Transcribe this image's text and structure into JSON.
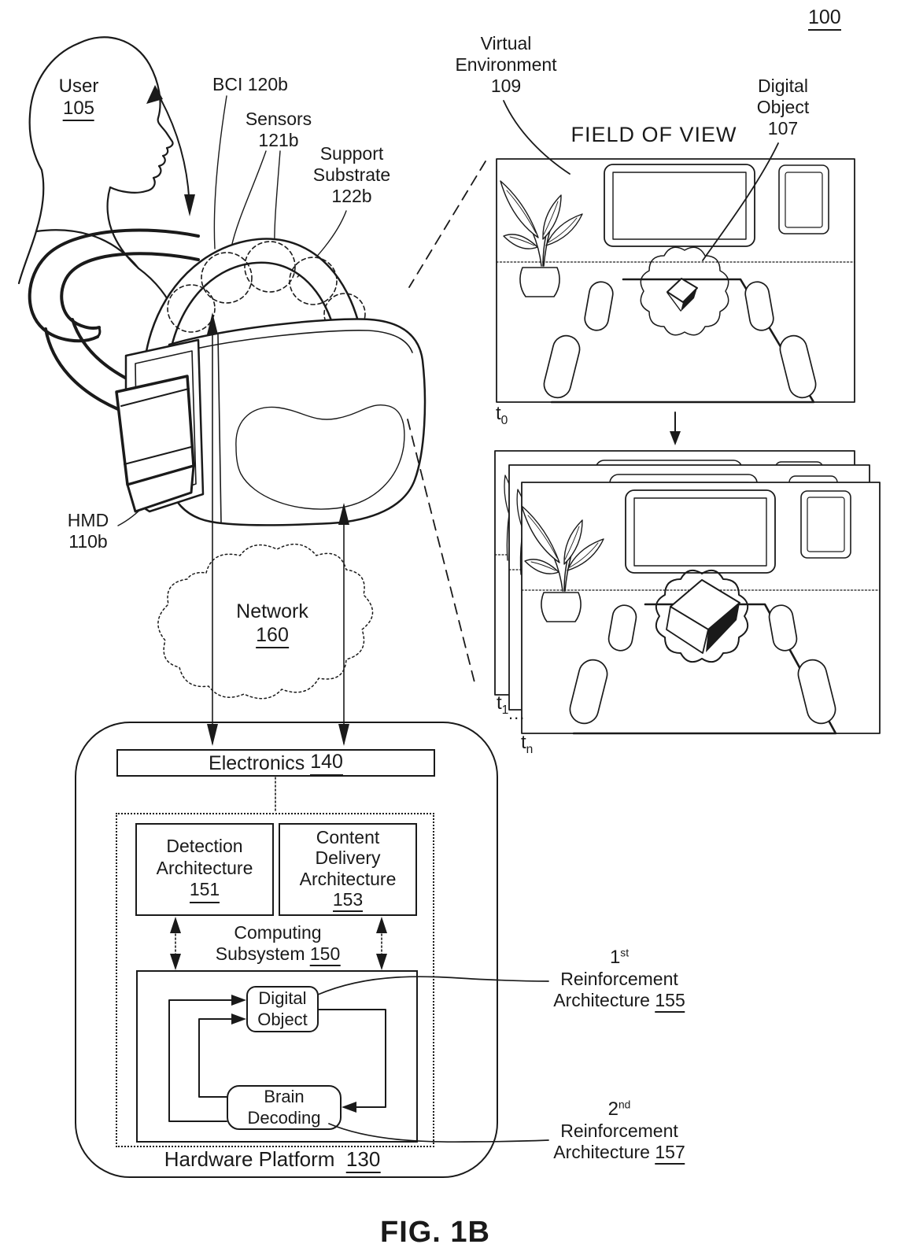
{
  "figure": {
    "ref": "100",
    "caption": "FIG. 1B"
  },
  "colors": {
    "ink": "#1a1a1a",
    "paper": "#ffffff"
  },
  "hmd_labels": {
    "user_name": "User",
    "user_ref": "105",
    "bci": "BCI 120b",
    "sensors_line1": "Sensors",
    "sensors_line2": "121b",
    "support_line1": "Support",
    "support_line2": "Substrate",
    "support_line3": "122b",
    "hmd_line1": "HMD",
    "hmd_line2": "110b"
  },
  "fov": {
    "title": "FIELD OF VIEW",
    "virtual_env_line1": "Virtual",
    "virtual_env_line2": "Environment",
    "virtual_env_ref": "109",
    "digital_object_line1": "Digital",
    "digital_object_line2": "Object",
    "digital_object_ref": "107",
    "t0_base": "t",
    "t0_sub": "0",
    "t1_base": "t",
    "t1_sub": "1",
    "tn_base": "t",
    "tn_sub": "n",
    "ellipsis": "..."
  },
  "network": {
    "name": "Network",
    "ref": "160"
  },
  "platform": {
    "electronics_name": "Electronics",
    "electronics_ref": "140",
    "detection_line1": "Detection",
    "detection_line2": "Architecture",
    "detection_ref": "151",
    "content_line1": "Content",
    "content_line2": "Delivery",
    "content_line3": "Architecture",
    "content_ref": "153",
    "computing_line1": "Computing",
    "computing_line2": "Subsystem",
    "computing_ref": "150",
    "digital_object_line1": "Digital",
    "digital_object_line2": "Object",
    "brain_line1": "Brain",
    "brain_line2": "Decoding",
    "hardware_name": "Hardware Platform",
    "hardware_ref": "130"
  },
  "reinforcement": {
    "first_num": "1",
    "first_sup": "st",
    "first_line2": "Reinforcement",
    "first_line3": "Architecture",
    "first_ref": "155",
    "second_num": "2",
    "second_sup": "nd",
    "second_line2": "Reinforcement",
    "second_line3": "Architecture",
    "second_ref": "157"
  }
}
